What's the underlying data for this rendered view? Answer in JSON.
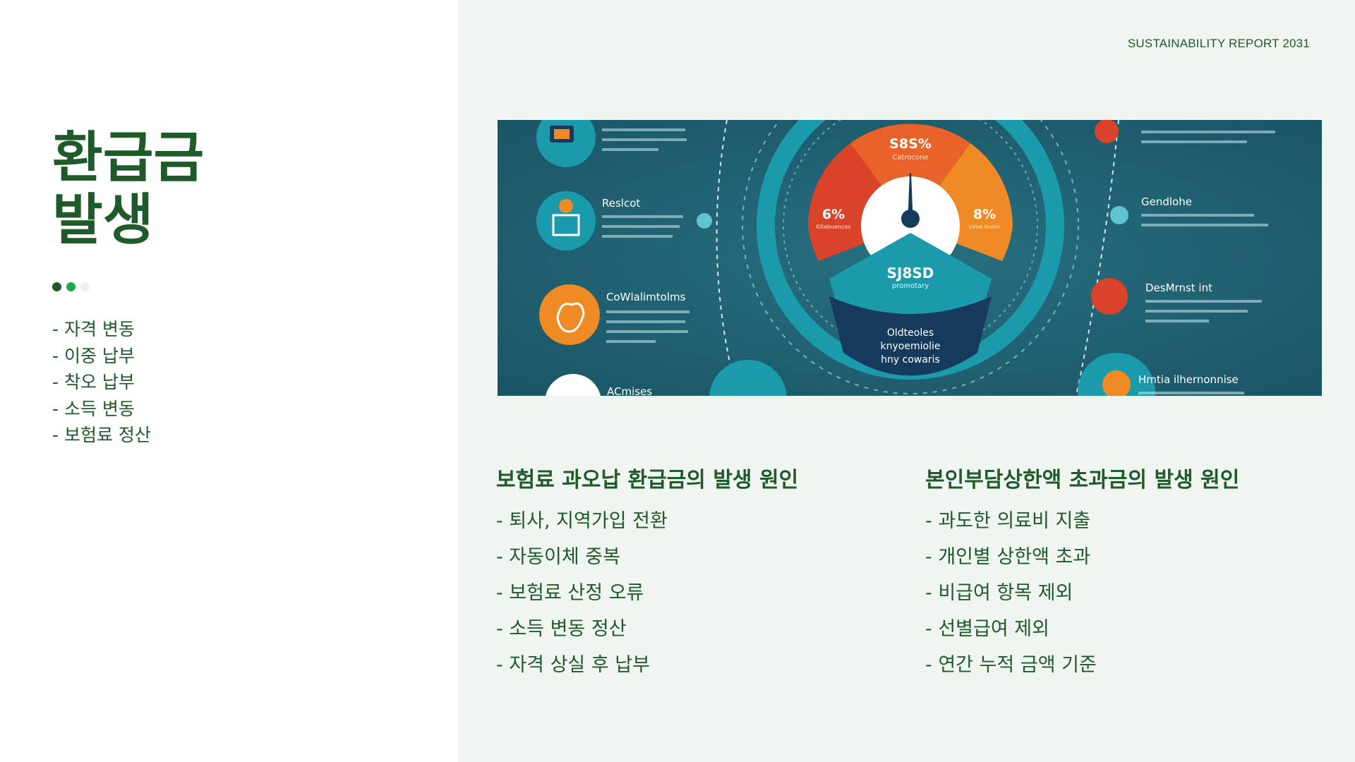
{
  "header": {
    "report_label": "SUSTAINABILITY REPORT 2031"
  },
  "slide": {
    "title_line1": "환급금",
    "title_line2": "발생",
    "summary_items": [
      "- 자격 변동",
      "- 이중 납부",
      "- 착오 납부",
      "- 소득 변동",
      "- 보험료 정산"
    ]
  },
  "infographic": {
    "center_value": "SJ8SD",
    "center_sub": "promotary",
    "center_bottom": [
      "Oldteoles",
      "knyoemiolie",
      "hny cowaris"
    ],
    "top_value": "S8S%",
    "top_sub": "Catrocone",
    "left_pct": "6%",
    "left_sub": "Kitabuences",
    "right_pct": "8%",
    "right_sub": "cime bums",
    "left_labels": [
      "Reslcot",
      "CoWlalimtolms",
      "ACmises"
    ],
    "right_labels": [
      "Gendlohe",
      "DesMrnst int",
      "Hmtia ilhernonnise"
    ],
    "colors": {
      "panel": "#1f6173",
      "teal": "#1a9aab",
      "orange": "#f08a24",
      "red": "#d9432a",
      "navy": "#163a5c"
    }
  },
  "sections": [
    {
      "heading": "보험료 과오납 환급금의 발생 원인",
      "items": [
        "- 퇴사, 지역가입 전환",
        "- 자동이체 중복",
        "- 보험료 산정 오류",
        "- 소득 변동 정산",
        "- 자격 상실 후 납부"
      ]
    },
    {
      "heading": "본인부담상한액 초과금의 발생 원인",
      "items": [
        "- 과도한 의료비 지출",
        "- 개인별 상한액 초과",
        "- 비급여 항목 제외",
        "- 선별급여 제외",
        "- 연간 누적 금액 기준"
      ]
    }
  ],
  "theme": {
    "green_dark": "#1f5a2a",
    "green_accent": "#22a84a",
    "panel_bg": "#f1f5f1"
  }
}
